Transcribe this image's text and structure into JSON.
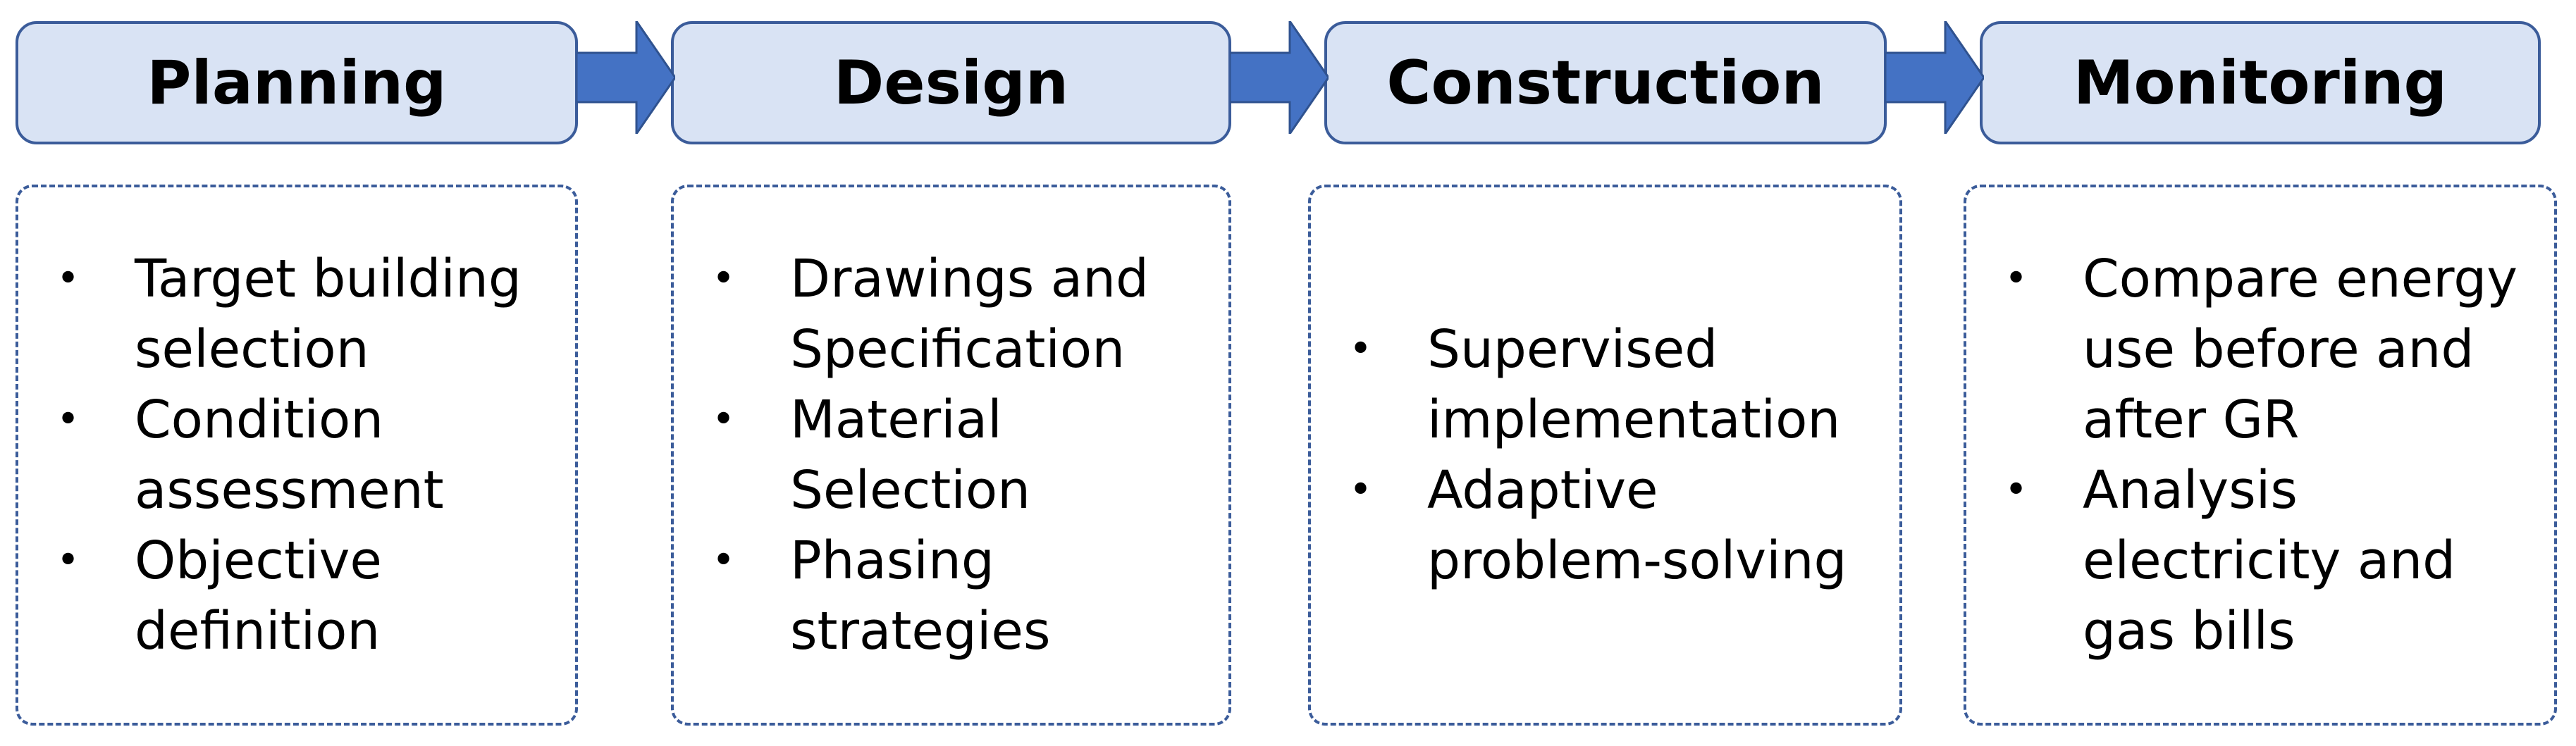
{
  "stages": [
    {
      "title": "Planning",
      "items": [
        "Target building selection",
        "Condition assessment",
        "Objective definition"
      ]
    },
    {
      "title": "Design",
      "items": [
        "Drawings and Specification",
        "Material Selection",
        "Phasing strategies"
      ]
    },
    {
      "title": "Construction",
      "items": [
        "Supervised implementation",
        "Adaptive problem-solving"
      ]
    },
    {
      "title": "Monitoring",
      "items": [
        "Compare energy use before and after GR",
        "Analysis electricity and gas bills"
      ]
    }
  ],
  "colors": {
    "header_fill": "#d9e3f4",
    "border": "#3b5c9a",
    "arrow": "#4472c4"
  }
}
